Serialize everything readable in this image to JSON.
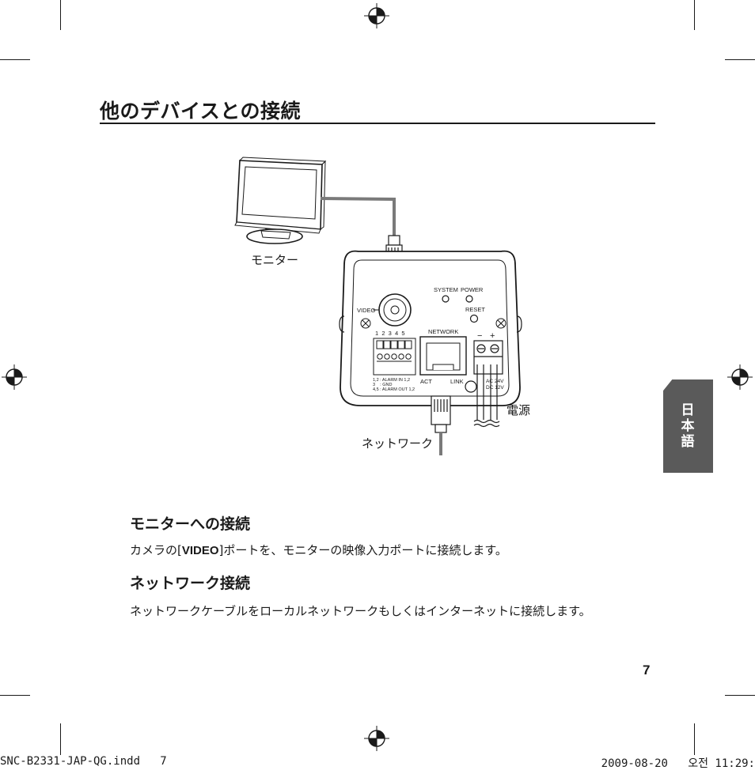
{
  "page": {
    "title": "他のデバイスとの接続",
    "side_tab": "日本語",
    "page_number": "7"
  },
  "diagram": {
    "labels": {
      "monitor": "モニター",
      "power": "電源",
      "network": "ネットワーク"
    },
    "camera_labels": {
      "system": "SYSTEM",
      "power": "POWER",
      "reset": "RESET",
      "video": "VIDEO",
      "network": "NETWORK",
      "act": "ACT",
      "link": "LINK",
      "terminal_numbers": "1  2  3  4  5",
      "alarm_line1": "1,2 : ALARM IN 1,2",
      "alarm_line2": "3    : GND",
      "alarm_line3": "4,5 : ALARM OUT 1,2",
      "minus": "−",
      "plus": "+",
      "voltage_line1": "AC 24V",
      "voltage_line2": "DC 12V"
    }
  },
  "sections": [
    {
      "heading": "モニターへの接続",
      "body_before": "カメラの[",
      "body_bold": "VIDEO",
      "body_after": "]ポートを、モニターの映像入力ポートに接続します。"
    },
    {
      "heading": "ネットワーク接続",
      "body": "ネットワークケーブルをローカルネットワークもしくはインターネットに接続します。"
    }
  ],
  "footer": {
    "file_name": "SNC-B2331-JAP-QG.indd   7",
    "date_time": "2009-08-20   오전 11:29:"
  }
}
